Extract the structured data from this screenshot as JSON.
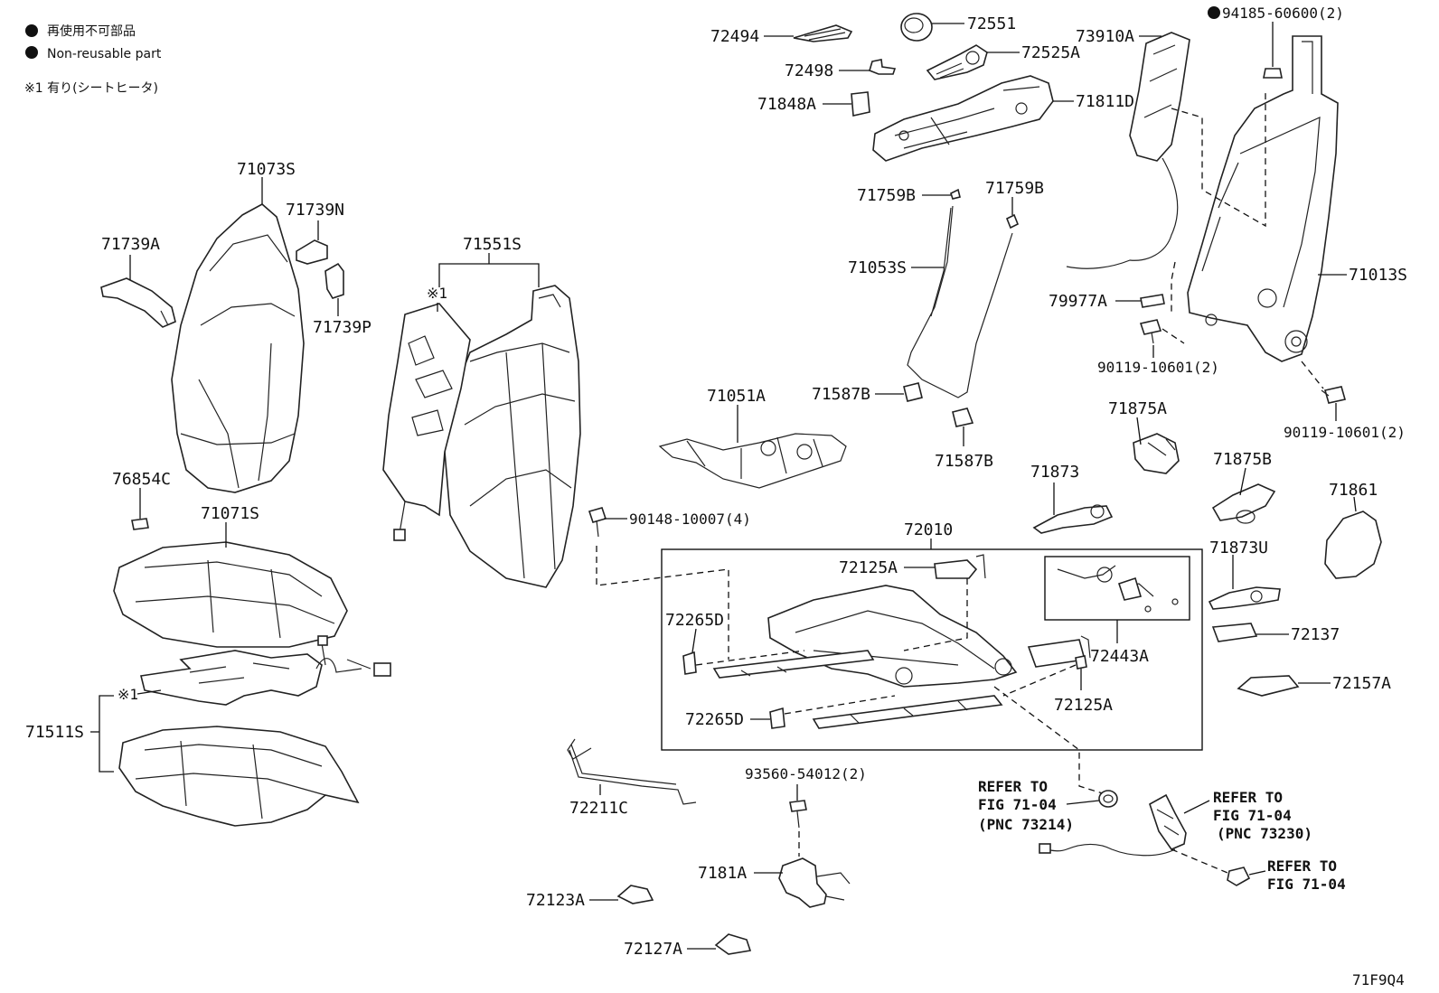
{
  "legend": {
    "non_reusable_jp": "再使用不可部品",
    "non_reusable_en": "Non-reusable part",
    "note1": "※1 有り(シートヒータ)"
  },
  "labels": {
    "p72494": "72494",
    "p72551": "72551",
    "p73910A": "73910A",
    "p94185": "94185-60600(2)",
    "p72498": "72498",
    "p72525A": "72525A",
    "p71848A": "71848A",
    "p71811D": "71811D",
    "p71073S": "71073S",
    "p71739N": "71739N",
    "p71739A": "71739A",
    "p71739P": "71739P",
    "p71551S": "71551S",
    "mark1_back": "※1",
    "p71759B_a": "71759B",
    "p71759B_b": "71759B",
    "p71053S": "71053S",
    "p71013S": "71013S",
    "p79977A": "79977A",
    "p90119_a": "90119-10601(2)",
    "p90119_b": "90119-10601(2)",
    "p71587B_a": "71587B",
    "p71587B_b": "71587B",
    "p71051A": "71051A",
    "p71875A": "71875A",
    "p71875B": "71875B",
    "p71873": "71873",
    "p71861": "71861",
    "p76854C": "76854C",
    "p71071S": "71071S",
    "p90148": "90148-10007(4)",
    "p72010": "72010",
    "p72125A_a": "72125A",
    "p72125A_b": "72125A",
    "p72265D_a": "72265D",
    "p72265D_b": "72265D",
    "p72443A": "72443A",
    "p71873U": "71873U",
    "p72137": "72137",
    "p72157A": "72157A",
    "mark1_cushion": "※1",
    "p71511S": "71511S",
    "p72211C": "72211C",
    "p93560": "93560-54012(2)",
    "p7181A": "7181A",
    "p72123A": "72123A",
    "p72127A": "72127A",
    "ref1_a": "REFER TO",
    "ref1_b": "FIG 71-04",
    "ref1_c": "(PNC 73214)",
    "ref2_a": "REFER TO",
    "ref2_b": "FIG 71-04",
    "ref2_c": "(PNC 73230)",
    "ref3_a": "REFER TO",
    "ref3_b": "FIG 71-04",
    "fig_code": "71F9Q4"
  }
}
